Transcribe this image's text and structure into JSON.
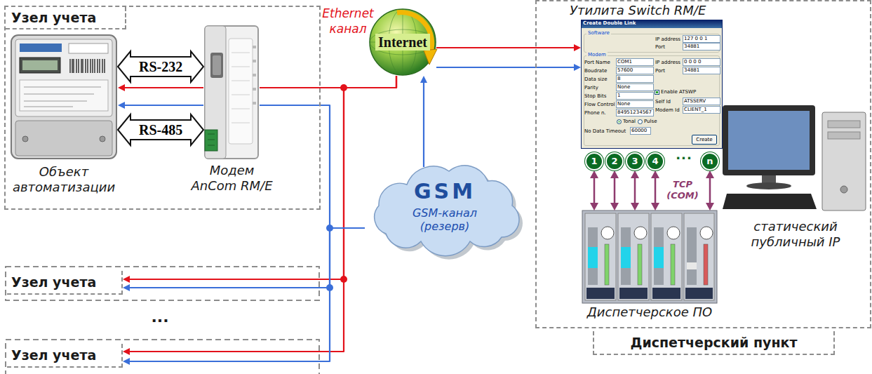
{
  "diagram": {
    "nodes": [
      {
        "text": [
          "Узел учета"
        ]
      },
      {
        "text": [
          "Объект автоматизации"
        ],
        "in": 0
      },
      {
        "text": [
          "Модем AnCom RM/E"
        ],
        "in": 0
      },
      {
        "text": [
          "Internet"
        ]
      },
      {
        "text": [
          "GSM",
          "GSM-канал (резерв)"
        ]
      },
      {
        "text": [
          "Диспетчерский пункт"
        ]
      },
      {
        "text": [
          "Утилита Switch RM/E"
        ],
        "in": 5
      },
      {
        "text": [
          "1"
        ],
        "in": 5
      },
      {
        "text": [
          "2"
        ],
        "in": 5
      },
      {
        "text": [
          "3"
        ],
        "in": 5
      },
      {
        "text": [
          "4"
        ],
        "in": 5
      },
      {
        "text": [
          "n"
        ],
        "in": 5
      },
      {
        "text": [
          "Диспетчерское ПО"
        ],
        "in": 5
      },
      {
        "text": [
          "статический публичный IP"
        ],
        "in": 5
      },
      {
        "text": [
          "Узел учета"
        ]
      },
      {
        "text": [
          "Узел учета"
        ]
      }
    ],
    "edges": [
      {
        "from": 1,
        "to": 2,
        "arrow": "both",
        "label": "RS-232"
      },
      {
        "from": 1,
        "to": 2,
        "arrow": "both",
        "label": "RS-485"
      },
      {
        "from": 2,
        "to": 3,
        "arrow": "none",
        "label": "Ethernet канал"
      },
      {
        "from": 2,
        "to": 4,
        "arrow": "none"
      },
      {
        "from": 4,
        "to": 3,
        "arrow": "to"
      },
      {
        "from": 3,
        "to": 6,
        "arrow": "to"
      },
      {
        "from": 3,
        "to": 6,
        "arrow": "to"
      },
      {
        "from": 3,
        "to": 14,
        "arrow": "to"
      },
      {
        "from": 3,
        "to": 15,
        "arrow": "to"
      },
      {
        "from": 4,
        "to": 14,
        "arrow": "to"
      },
      {
        "from": 4,
        "to": 15,
        "arrow": "to"
      },
      {
        "from": 7,
        "to": 12,
        "arrow": "both"
      },
      {
        "from": 8,
        "to": 12,
        "arrow": "both"
      },
      {
        "from": 9,
        "to": 12,
        "arrow": "both"
      },
      {
        "from": 10,
        "to": 12,
        "arrow": "both"
      },
      {
        "from": 11,
        "to": 12,
        "arrow": "both"
      },
      {
        "from": 2,
        "to": 1,
        "arrow": "to"
      },
      {
        "from": 2,
        "to": 1,
        "arrow": "to"
      }
    ],
    "labels": [
      "...",
      "...",
      "TCP (COM)",
      "Create Double Link",
      "Software",
      "IP address",
      "127 0 0 1",
      "Port",
      "34881",
      "Modem",
      "Port Name",
      "COM1",
      "Boudrate",
      "57600",
      "Data size",
      "8",
      "Parity",
      "None",
      "Stop Bits",
      "1",
      "Flow Control",
      "None",
      "Phone n.",
      "84951234567",
      "Tonal",
      "Pulse",
      "No Data Timeout",
      "60000",
      "IP address",
      "0 0 0 0",
      "Port",
      "34881",
      "Enable ATSWP",
      "Self Id",
      "ATSSERV",
      "Modem Id",
      "CLIENT_1",
      "Create"
    ]
  }
}
